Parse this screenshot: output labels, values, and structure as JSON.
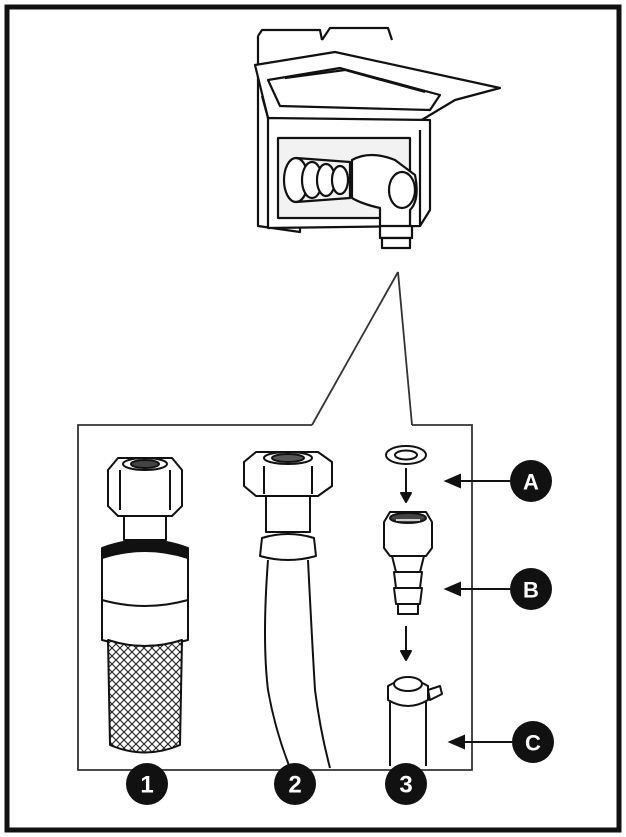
{
  "figure": {
    "items": [
      {
        "number": "1",
        "name": "braided-hose"
      },
      {
        "number": "2",
        "name": "plain-hose"
      },
      {
        "number": "3",
        "name": "adapter-assembly"
      }
    ],
    "callouts": [
      {
        "letter": "A",
        "part": "washer"
      },
      {
        "letter": "B",
        "part": "adapter-nut"
      },
      {
        "letter": "C",
        "part": "hose-end"
      }
    ],
    "colors": {
      "ink": "#111111",
      "paper": "#ffffff",
      "badge": "#111111",
      "badge_text": "#ffffff"
    }
  }
}
